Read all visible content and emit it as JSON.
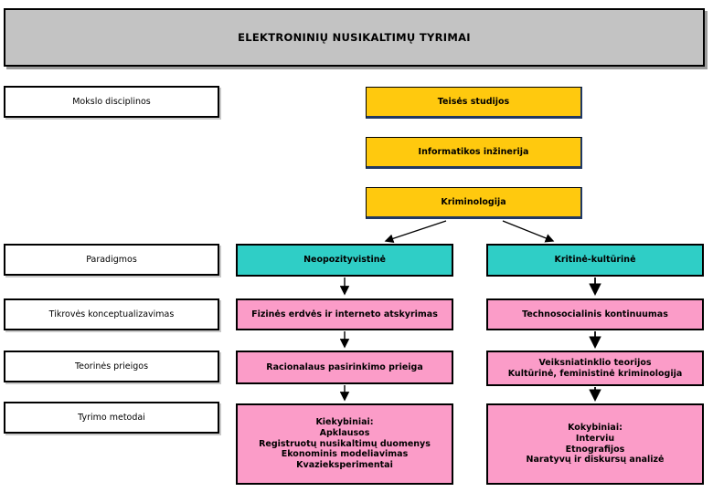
{
  "title": "ELEKTRONINIŲ NUSIKALTIMŲ TYRIMAI",
  "colors": {
    "title_bg": "#C3C3C3",
    "yellow": "#FFC90E",
    "navy": "#1F3864",
    "teal": "#2FCEC6",
    "pink": "#FB9CC8",
    "border": "#000000"
  },
  "row_labels": {
    "disciplines": "Mokslo disciplinos",
    "paradigms": "Paradigmos",
    "conceptualization": "Tikrovės konceptualizavimas",
    "approaches": "Teorinės prieigos",
    "methods": "Tyrimo metodai"
  },
  "disciplines": [
    "Teisės studijos",
    "Informatikos inžinerija",
    "Kriminologija"
  ],
  "paradigms": {
    "left": "Neopozityvistinė",
    "right": "Kritinė-kultūrinė"
  },
  "conceptualizations": {
    "left": "Fizinės erdvės ir interneto atskyrimas",
    "right": "Technosocialinis kontinuumas"
  },
  "approaches": {
    "left": "Racionalaus pasirinkimo prieiga",
    "right": [
      "Veiksniatinklio teorijos",
      "Kultūrinė, feministinė kriminologija"
    ]
  },
  "methods": {
    "left": [
      "Kiekybiniai:",
      "Apklausos",
      "Registruotų nusikaltimų duomenys",
      "Ekonominis modeliavimas",
      "Kvazieksperimentai"
    ],
    "right": [
      "Kokybiniai:",
      "Interviu",
      "Etnografijos",
      "Naratyvų ir diskursų analizė"
    ]
  }
}
